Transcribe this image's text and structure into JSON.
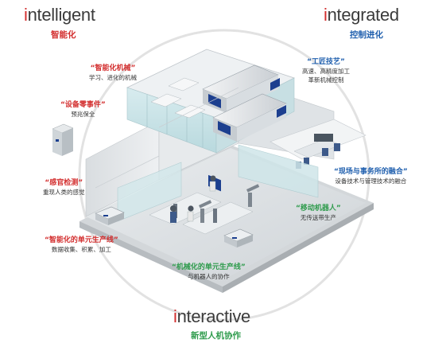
{
  "titles": {
    "intelligent": {
      "lead": "i",
      "rest": "ntelligent",
      "cn": "智能化"
    },
    "integrated": {
      "lead": "i",
      "rest": "ntegrated",
      "cn": "控制进化"
    },
    "interactive": {
      "lead": "i",
      "rest": "nteractive",
      "cn": "新型人机协作"
    }
  },
  "callouts": {
    "smart_machine": {
      "head": "“智能化机械”",
      "desc": "学习、进化的机械"
    },
    "zero_incident": {
      "head": "“设备零事件”",
      "desc": "预兆保全"
    },
    "sensing": {
      "head": "“感官检测”",
      "desc": "重现人类的感觉"
    },
    "smart_cell_line": {
      "head": "“智能化的单元生产线”",
      "desc": "数据收集、积累、加工"
    },
    "craft": {
      "head": "“工匠技艺”",
      "desc": "高速、高精度加工",
      "desc2": "革新机械控制"
    },
    "site_office": {
      "head": "“现场与事务所的融合”",
      "desc": "设备技术与管理技术的融合"
    },
    "mobile_robot": {
      "head": "“移动机器人”",
      "desc": "无传送带生产"
    },
    "mech_cell_line": {
      "head": "“机械化的单元生产线”",
      "desc": "与机器人的协作"
    }
  },
  "colors": {
    "red": "#d32f2f",
    "blue": "#1f5fae",
    "green": "#2e9b4c",
    "title_gray": "#3b3b3b"
  }
}
